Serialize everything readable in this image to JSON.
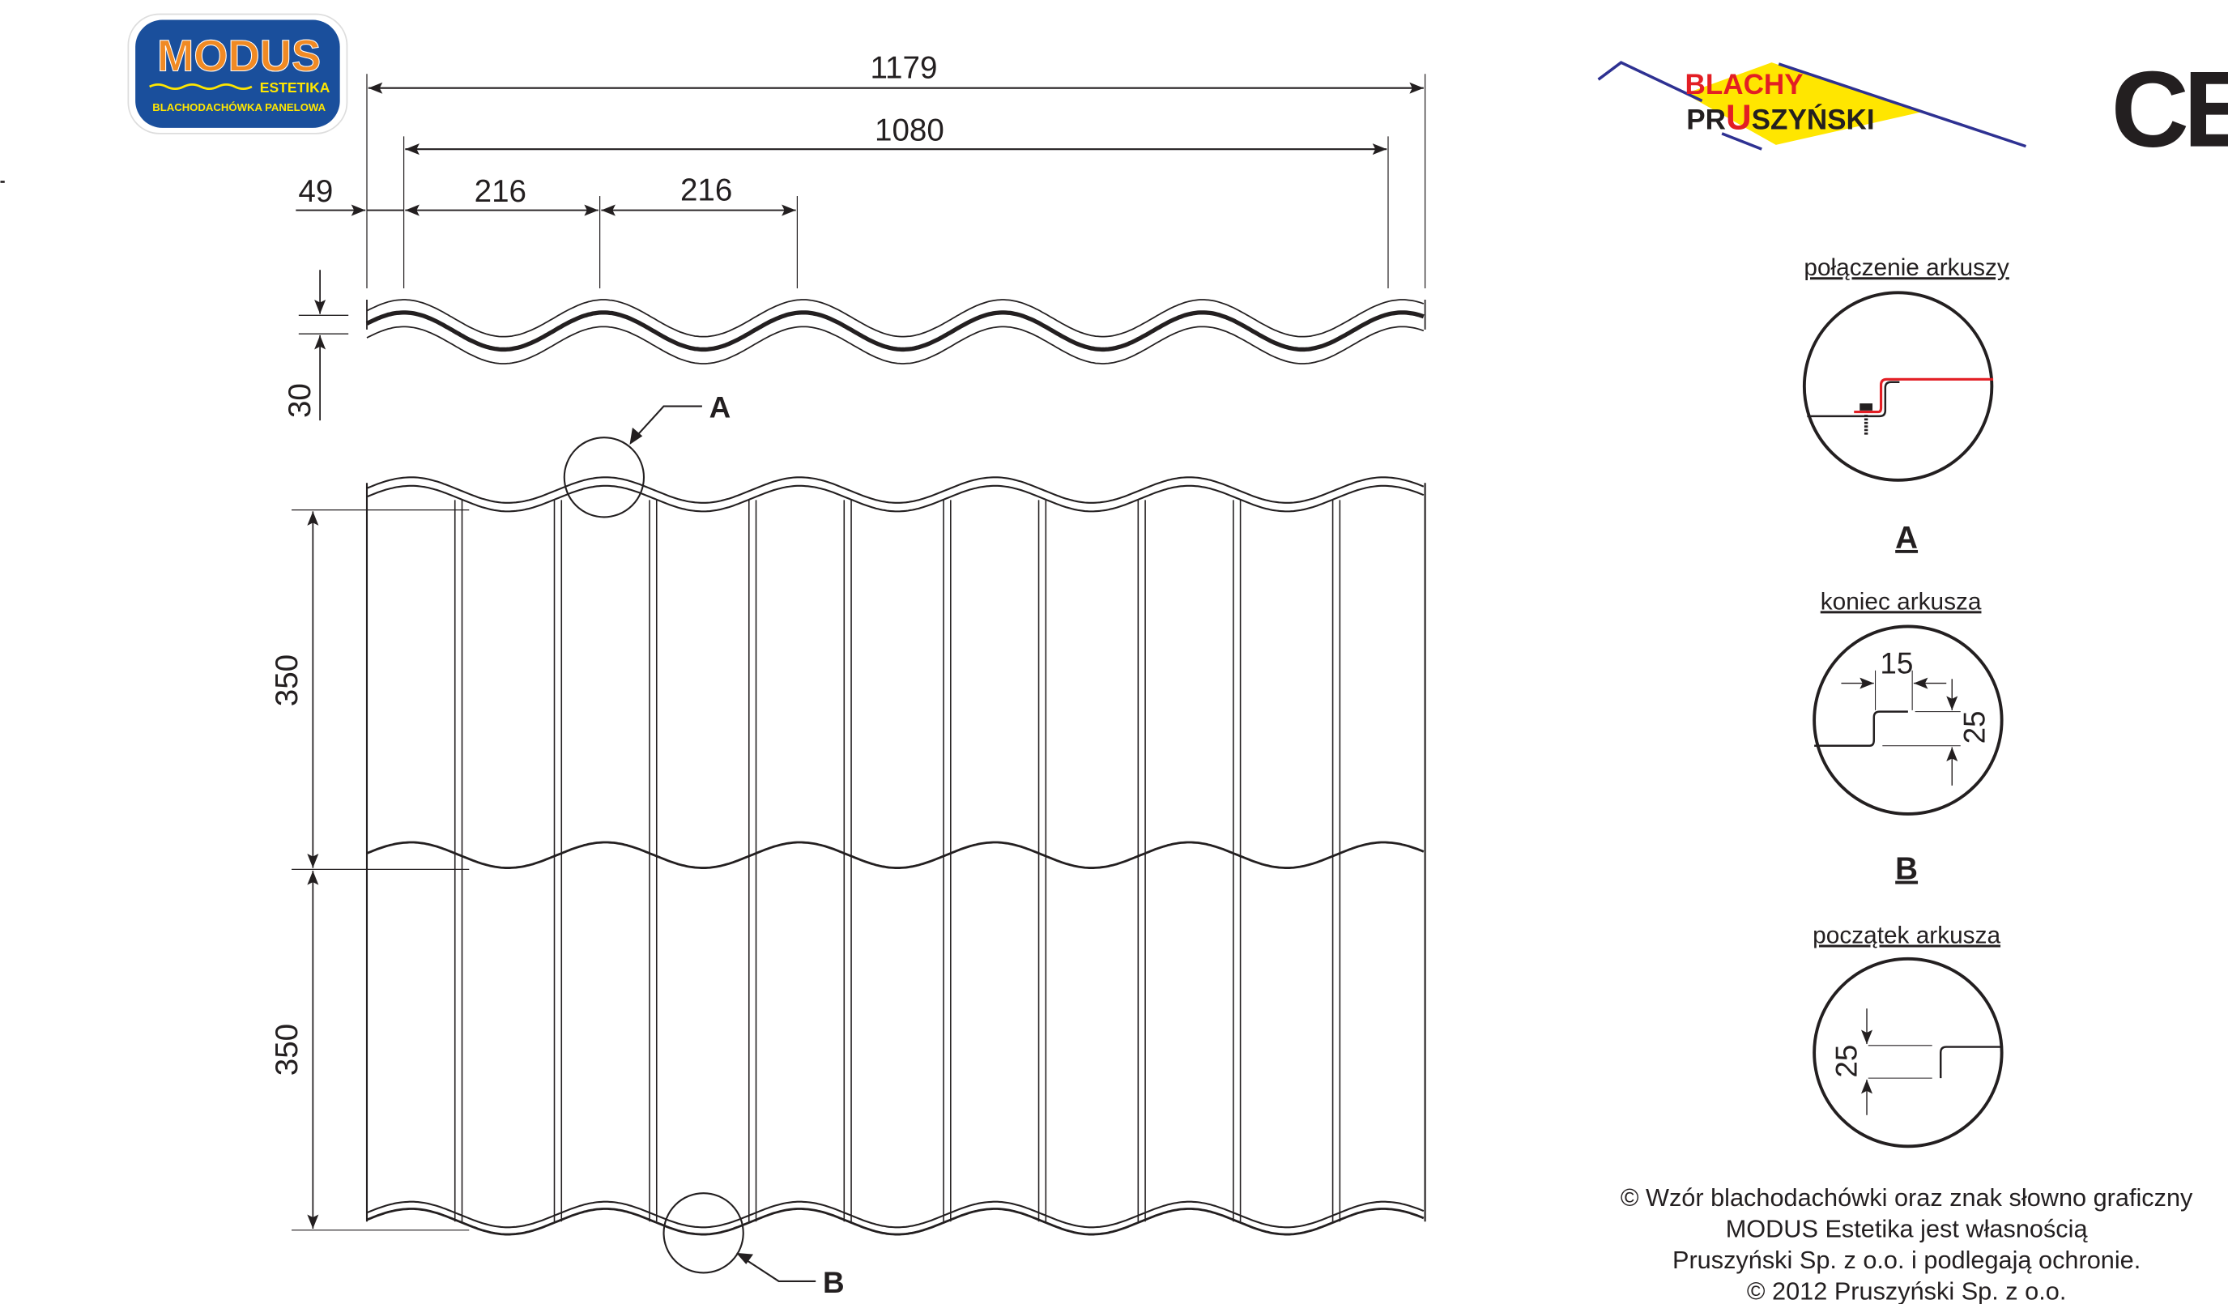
{
  "logo_modus": {
    "title": "MODUS",
    "subtitle": "ESTETIKA",
    "tagline": "BLACHODACHÓWKA PANELOWA"
  },
  "logo_pruszynski": {
    "line1": "BLACHY",
    "line2_a": "PR",
    "line2_u": "U",
    "line2_b": "SZYŃSKI"
  },
  "ce_mark": "CE",
  "dimensions": {
    "total_width": "1179",
    "effective_width": "1080",
    "edge_offset": "49",
    "module_1": "216",
    "module_2": "216",
    "profile_height": "30",
    "module_length_1": "350",
    "module_length_2": "350"
  },
  "callouts": {
    "a": "A",
    "b": "B"
  },
  "details": [
    {
      "title": "połączenie arkuszy",
      "label": "A"
    },
    {
      "title": "koniec arkusza",
      "label": "B",
      "dim_w": "15",
      "dim_h": "25"
    },
    {
      "title": "początek arkusza",
      "dim_h": "25"
    }
  ],
  "copyright": [
    "© Wzór blachodachówki oraz znak słowno graficzny",
    "MODUS Estetika jest własnością",
    "Pruszyński Sp. z o.o.  i podlegają ochronie.",
    "© 2012 Pruszyński Sp. z o.o."
  ],
  "colors": {
    "line": "#231f20",
    "accent_red": "#e31e24",
    "modus_blue": "#1a4f9c",
    "modus_orange": "#f08a24",
    "yellow": "#ffe600",
    "navy": "#2e3192"
  }
}
